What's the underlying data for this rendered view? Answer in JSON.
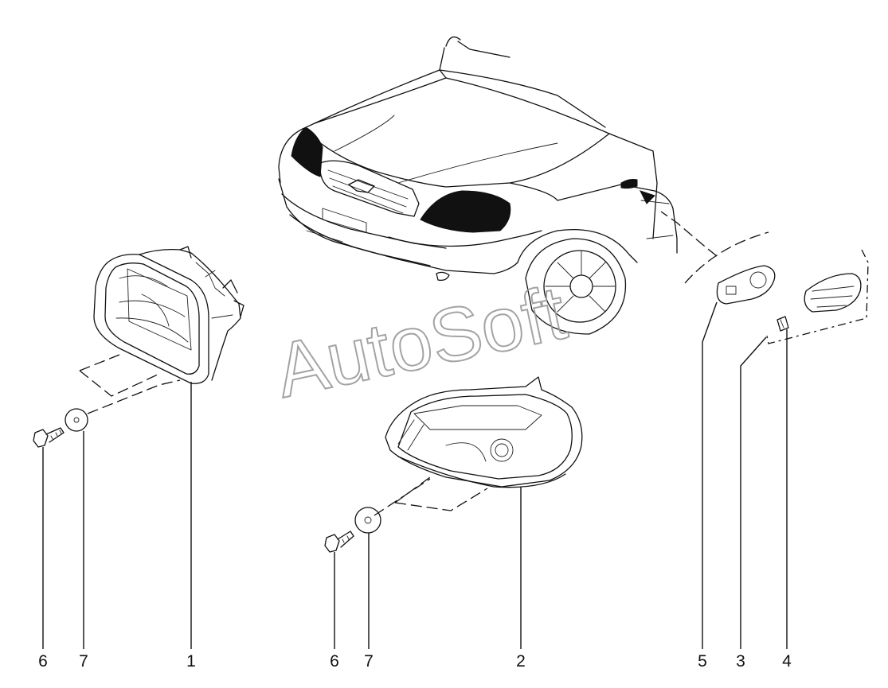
{
  "watermark": "AutoSoft",
  "callouts": [
    {
      "id": "c1",
      "label": "6"
    },
    {
      "id": "c2",
      "label": "7"
    },
    {
      "id": "c3",
      "label": "1"
    },
    {
      "id": "c4",
      "label": "6"
    },
    {
      "id": "c5",
      "label": "7"
    },
    {
      "id": "c6",
      "label": "2"
    },
    {
      "id": "c7",
      "label": "5"
    },
    {
      "id": "c8",
      "label": "3"
    },
    {
      "id": "c9",
      "label": "4"
    }
  ]
}
